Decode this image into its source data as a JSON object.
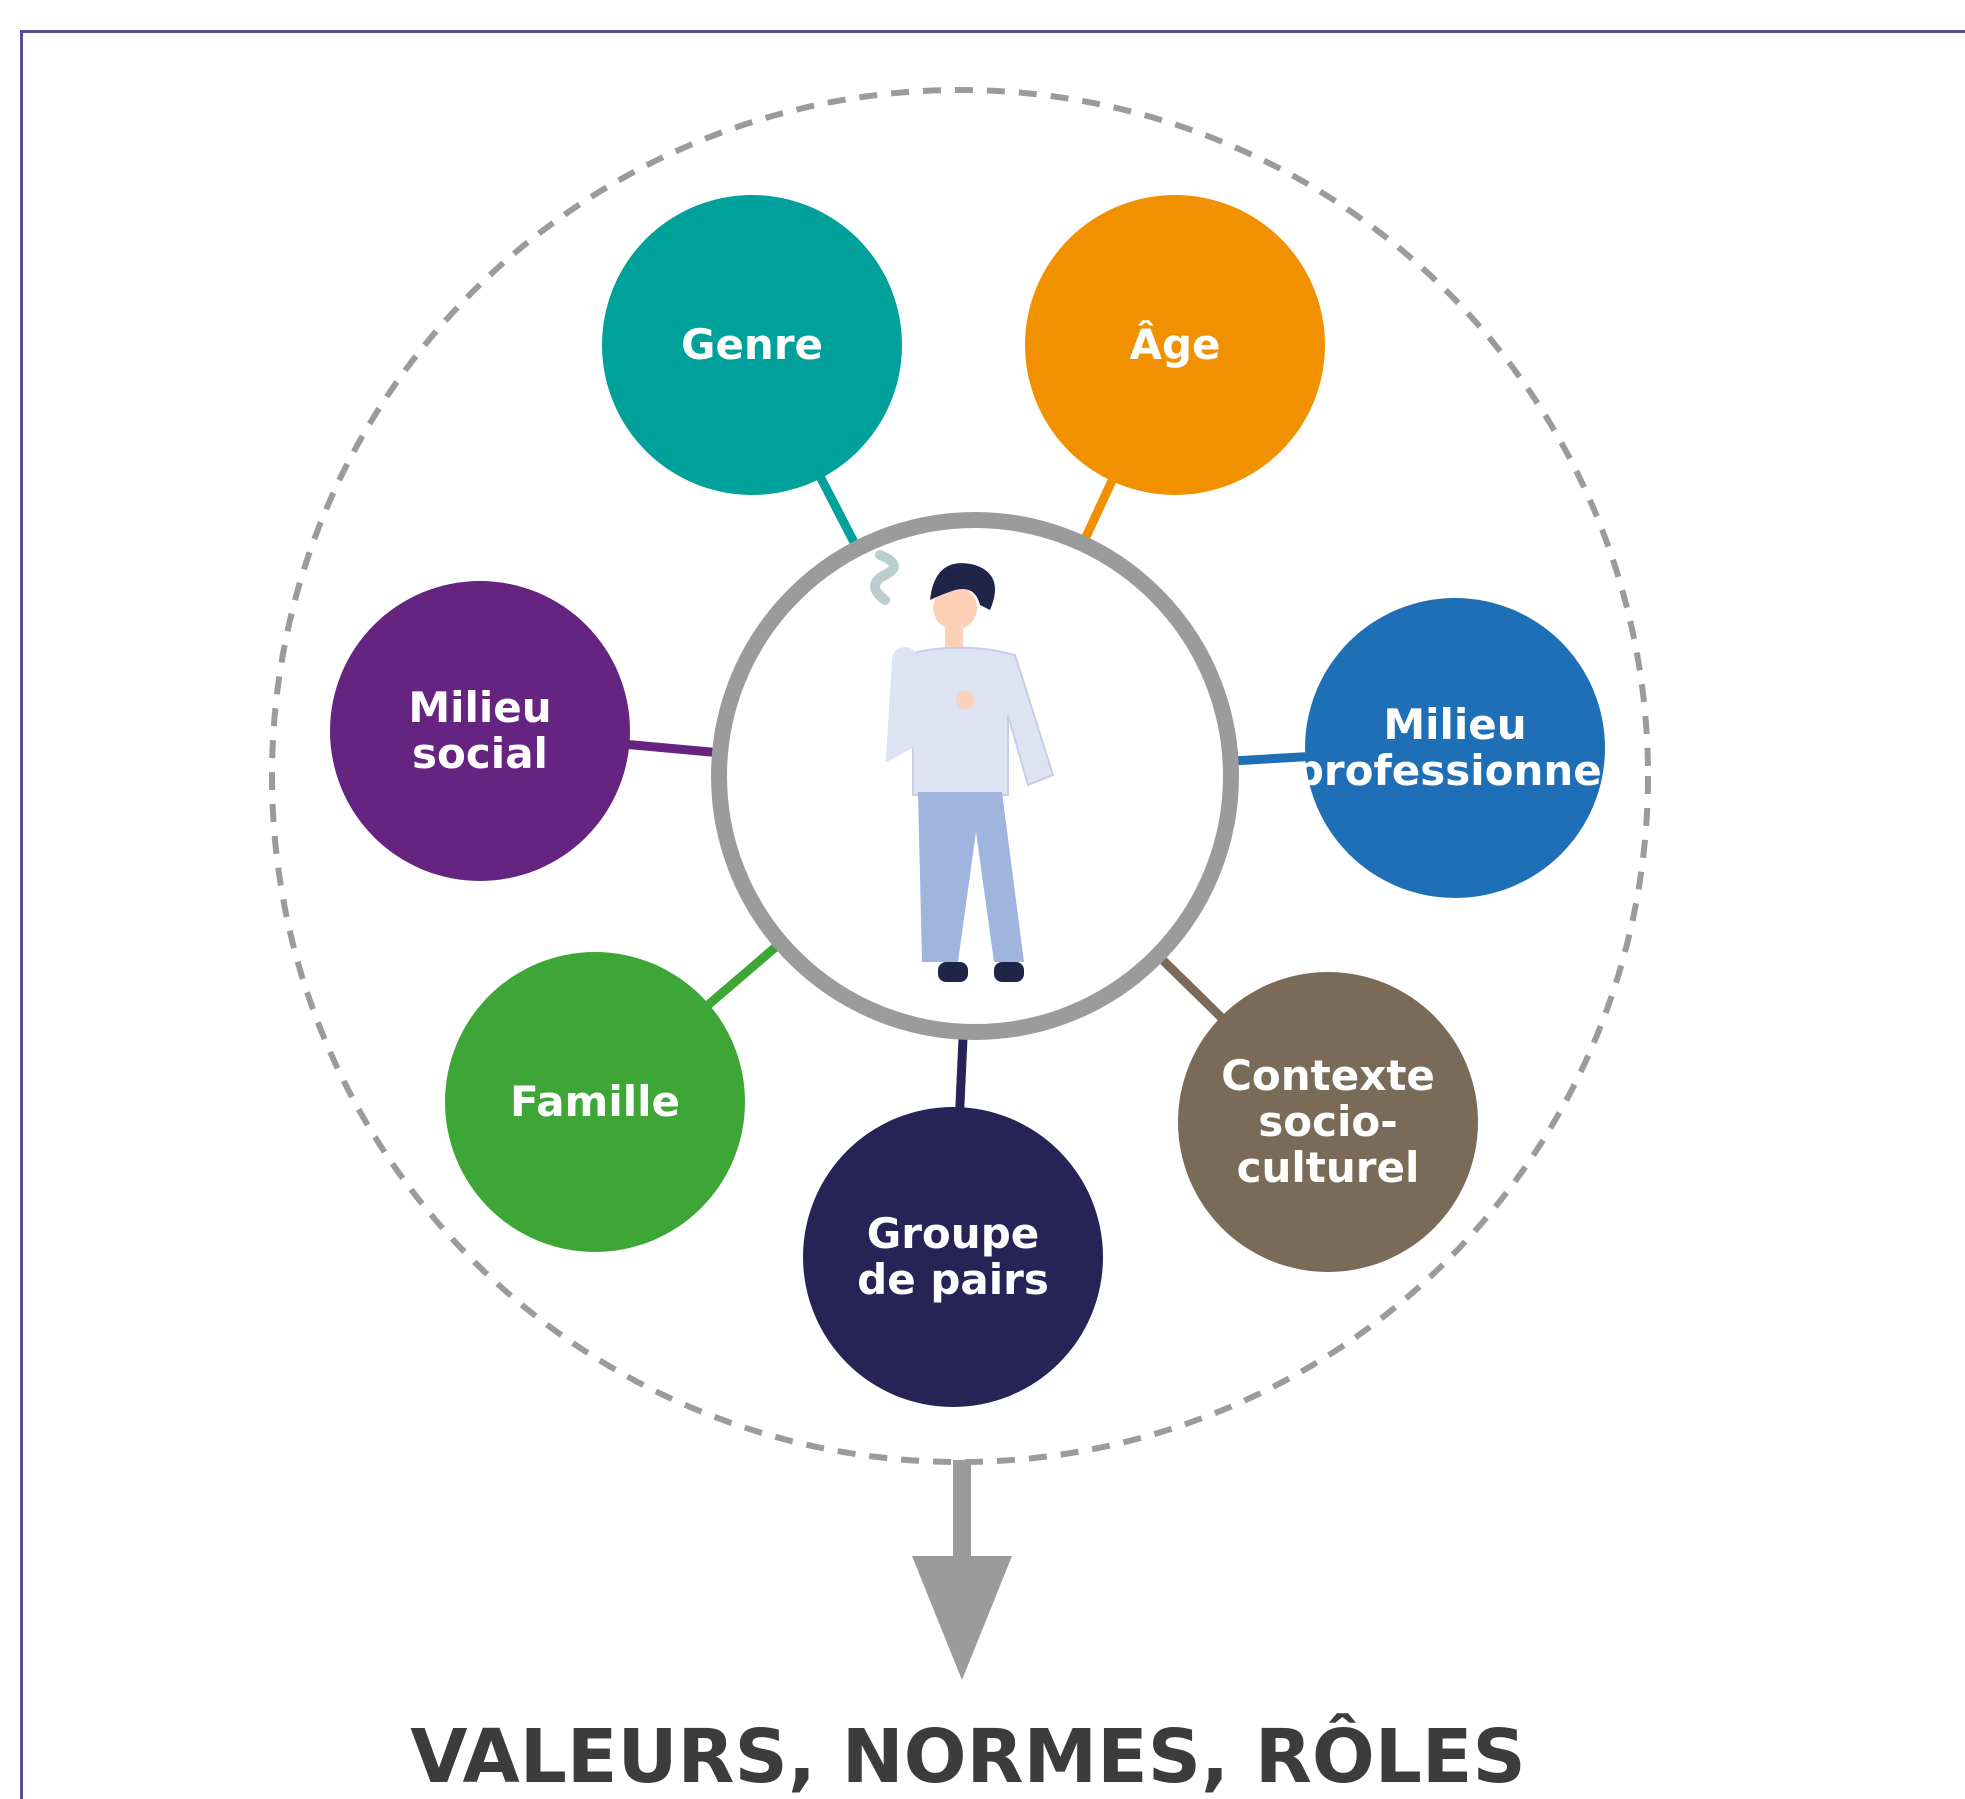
{
  "diagram": {
    "center": {
      "icon": "person-smoking-icon"
    },
    "nodes": [
      {
        "id": "genre",
        "lines": [
          "Genre"
        ],
        "color": "#00a19b"
      },
      {
        "id": "age",
        "lines": [
          "Âge"
        ],
        "color": "#f29100"
      },
      {
        "id": "milieu-professionnel",
        "lines": [
          "Milieu",
          "professionnel"
        ],
        "color": "#1f6fb7"
      },
      {
        "id": "contexte",
        "lines": [
          "Contexte",
          "socio-",
          "culturel"
        ],
        "color": "#7a6a58"
      },
      {
        "id": "groupe",
        "lines": [
          "Groupe",
          "de pairs"
        ],
        "color": "#282357"
      },
      {
        "id": "famille",
        "lines": [
          "Famille"
        ],
        "color": "#3ea636"
      },
      {
        "id": "milieu-social",
        "lines": [
          "Milieu",
          "social"
        ],
        "color": "#65247f"
      }
    ],
    "footer": "VALEURS, NORMES, RÔLES"
  }
}
